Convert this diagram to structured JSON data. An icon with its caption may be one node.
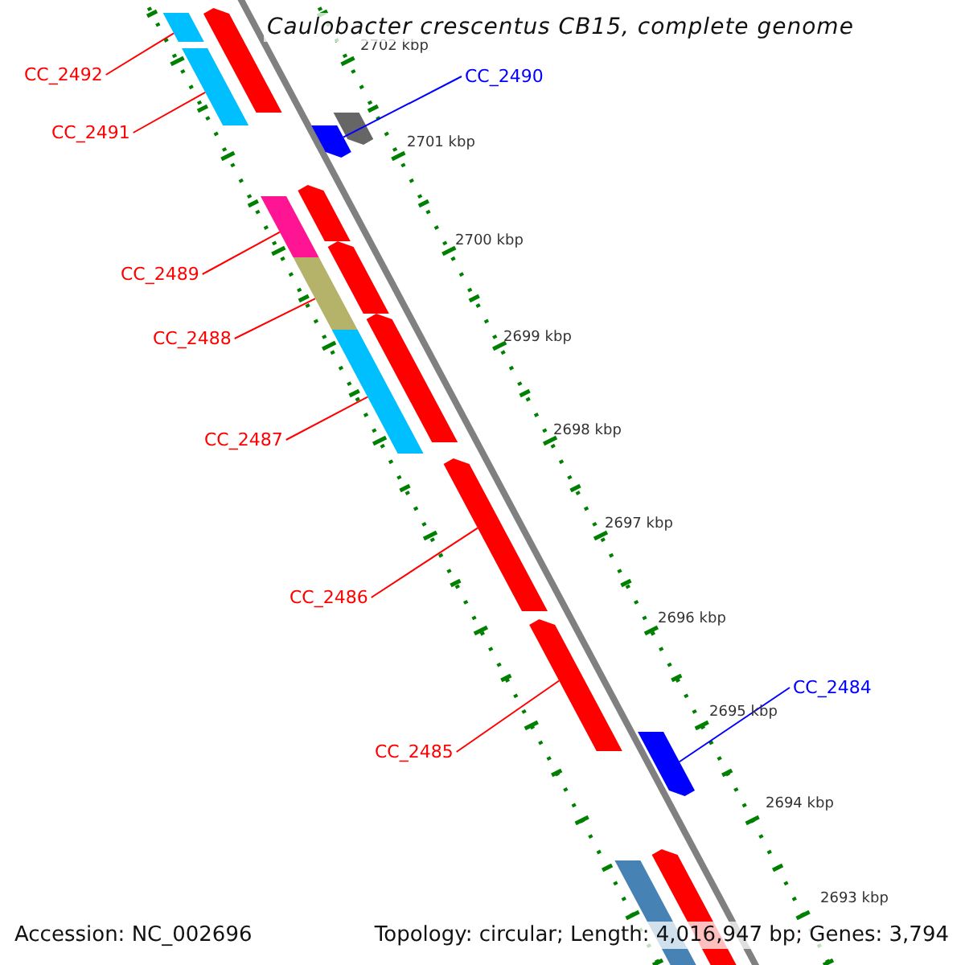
{
  "diagram": {
    "title": "Caulobacter crescentus CB15, complete genome",
    "nodes": [
      {
        "text": [
          "CC_2492"
        ]
      },
      {
        "text": [],
        "shape": "arrow"
      },
      {
        "text": [
          "CC_2491"
        ]
      },
      {
        "text": [],
        "shape": "arrow"
      },
      {
        "text": [
          "CC_2490"
        ]
      },
      {
        "text": [],
        "shape": "arrow"
      },
      {
        "text": [
          "CC_2489"
        ]
      },
      {
        "text": [],
        "shape": "arrow"
      },
      {
        "text": [
          "CC_2488"
        ]
      },
      {
        "text": [],
        "shape": "arrow"
      },
      {
        "text": [
          "CC_2487"
        ]
      },
      {
        "text": [],
        "shape": "arrow"
      },
      {
        "text": [
          "CC_2486"
        ]
      },
      {
        "text": [],
        "shape": "arrow"
      },
      {
        "text": [
          "CC_2485"
        ]
      },
      {
        "text": [],
        "shape": "arrow"
      },
      {
        "text": [
          "CC_2484"
        ]
      },
      {
        "text": [],
        "shape": "arrow"
      },
      {
        "text": [],
        "shape": "arrow"
      },
      {
        "text": [],
        "shape": "arrow"
      },
      {
        "text": [],
        "shape": "arrow"
      },
      {
        "text": [],
        "shape": "arrow"
      },
      {
        "text": [],
        "shape": "arrow"
      },
      {
        "text": [],
        "shape": "box"
      },
      {
        "text": [],
        "shape": "arrow"
      }
    ],
    "edges": [
      {
        "from": 0,
        "to": 1,
        "arrow": "none"
      },
      {
        "from": 2,
        "to": 3,
        "arrow": "none"
      },
      {
        "from": 4,
        "to": 5,
        "arrow": "none",
        "color": "#0000ff"
      },
      {
        "from": 6,
        "to": 7,
        "arrow": "none"
      },
      {
        "from": 8,
        "to": 9,
        "arrow": "none"
      },
      {
        "from": 10,
        "to": 11,
        "arrow": "none"
      },
      {
        "from": 12,
        "to": 13,
        "arrow": "none"
      },
      {
        "from": 14,
        "to": 15,
        "arrow": "none"
      },
      {
        "from": 16,
        "to": 17,
        "arrow": "none",
        "color": "#0000ff"
      }
    ],
    "labels": [
      "2702 kbp",
      "2701 kbp",
      "2700 kbp",
      "2699 kbp",
      "2698 kbp",
      "2697 kbp",
      "2696 kbp",
      "2695 kbp",
      "2694 kbp",
      "2693 kbp",
      "Accession: NC_002696",
      "Topology: circular; Length: 4,016,947 bp; Genes: 3,794"
    ]
  }
}
